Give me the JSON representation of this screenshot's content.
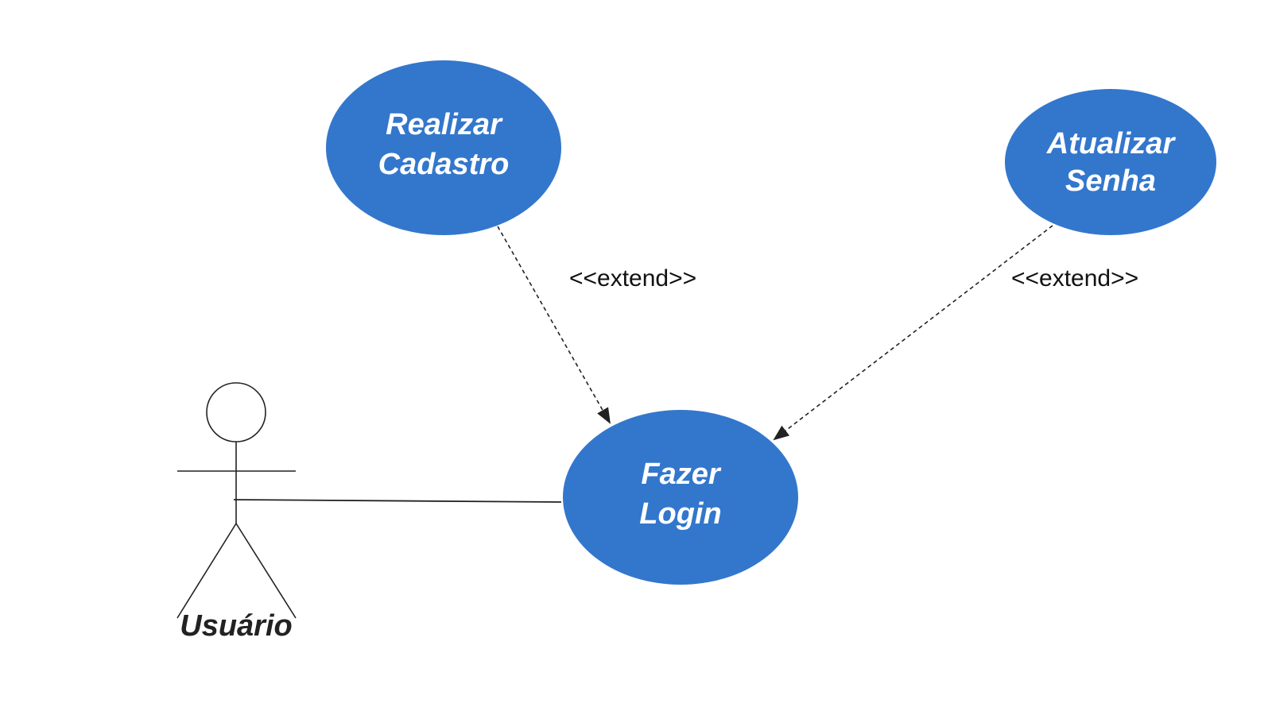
{
  "colors": {
    "use_case_fill": "#3377cc",
    "use_case_text": "#ffffff",
    "line": "#222222"
  },
  "actor": {
    "name": "Usuário"
  },
  "use_cases": {
    "realizar_cadastro": {
      "line1": "Realizar",
      "line2": "Cadastro"
    },
    "atualizar_senha": {
      "line1": "Atualizar",
      "line2": "Senha"
    },
    "fazer_login": {
      "line1": "Fazer",
      "line2": "Login"
    }
  },
  "relations": {
    "extend_cadastro": "<<extend>>",
    "extend_senha": "<<extend>>"
  }
}
